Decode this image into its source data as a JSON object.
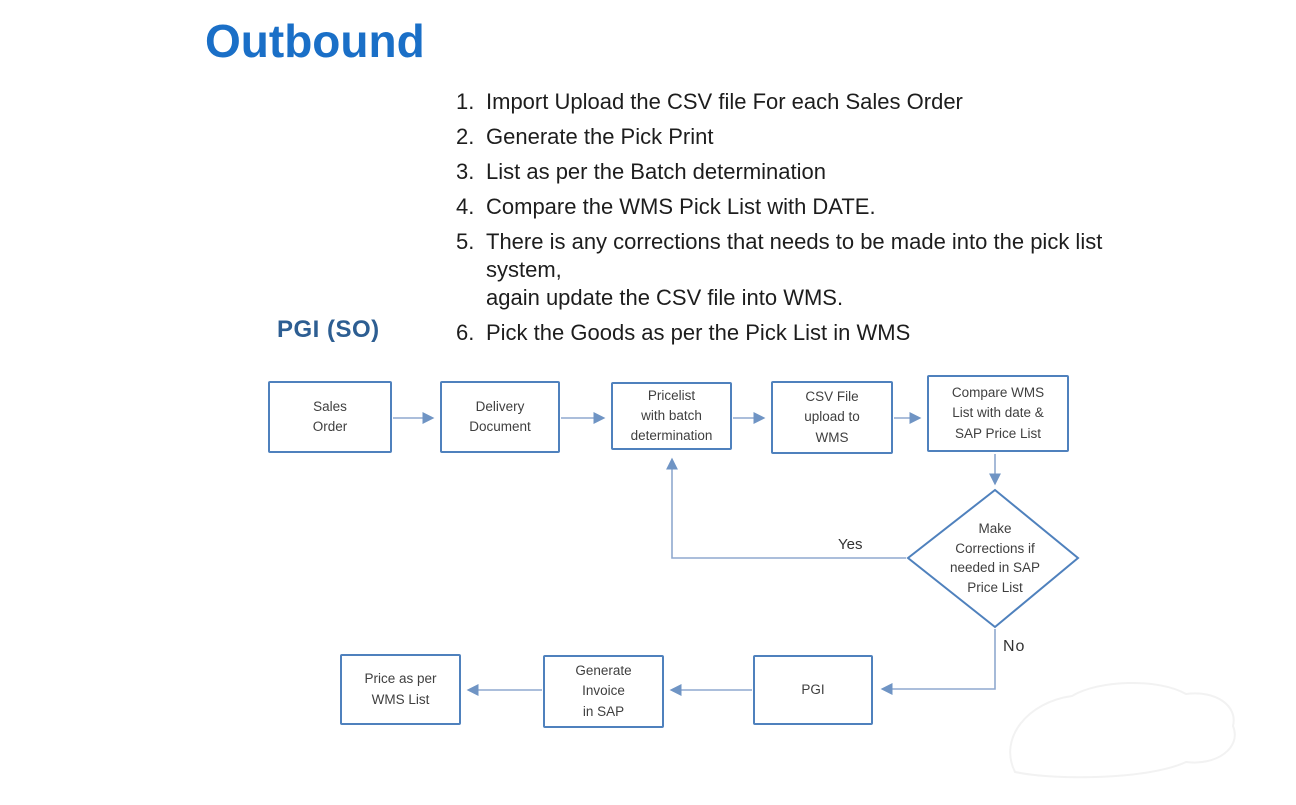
{
  "title": "Outbound",
  "section_label": "PGI (SO)",
  "steps": [
    {
      "num": "1.",
      "lines": [
        "Import Upload the CSV file For each Sales Order"
      ]
    },
    {
      "num": "2.",
      "lines": [
        "Generate the Pick Print"
      ]
    },
    {
      "num": "3.",
      "lines": [
        "List as per the Batch determination"
      ]
    },
    {
      "num": "4.",
      "lines": [
        "Compare the WMS Pick List with DATE."
      ]
    },
    {
      "num": "5.",
      "lines": [
        "There is any corrections that needs to be made into the pick list",
        "system,",
        "again update the CSV file into WMS."
      ]
    },
    {
      "num": "6.",
      "lines": [
        "Pick the Goods as per the Pick List in WMS"
      ]
    }
  ],
  "flowchart": {
    "nodes": {
      "sales_order": "Sales\nOrder",
      "delivery_document": "Delivery\nDocument",
      "pricelist": "Pricelist\nwith batch\ndetermination",
      "csv_upload": "CSV File\nupload to\nWMS",
      "compare_wms": "Compare WMS\nList with date &\nSAP Price List",
      "decision": "Make\nCorrections if\nneeded in SAP\nPrice List",
      "pgi": "PGI",
      "generate_invoice": "Generate\nInvoice\nin SAP",
      "price_wms": "Price as per\nWMS List"
    },
    "edge_labels": {
      "yes": "Yes",
      "no": "No"
    }
  },
  "colors": {
    "title": "#1a6fc7",
    "section_label": "#2d5e92",
    "node_border": "#4f81bd",
    "connector": "#8fa9cf",
    "arrowhead": "#6f94c4",
    "body_text": "#1d1d1d",
    "node_text": "#3f3f3f"
  }
}
